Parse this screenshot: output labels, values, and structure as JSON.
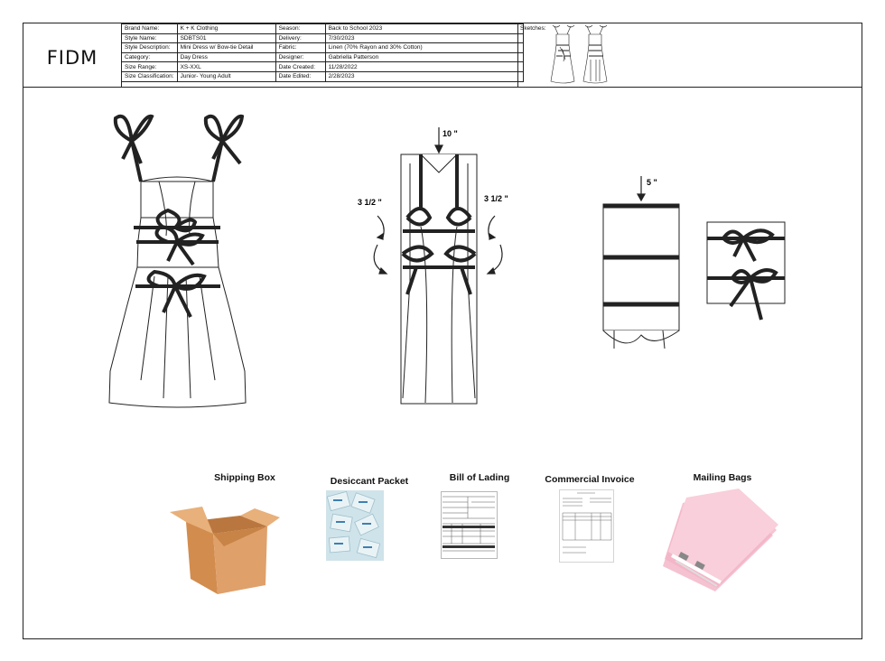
{
  "brand": {
    "logo_text": "FIDM"
  },
  "spec_table": {
    "rows": [
      {
        "label1": "Brand Name:",
        "value1": "K + K Clothing",
        "label2": "Season:",
        "value2": "Back to School 2023"
      },
      {
        "label1": "Style Name:",
        "value1": "SDBTS01",
        "label2": "Delivery:",
        "value2": "7/30/2023"
      },
      {
        "label1": "Style Description:",
        "value1": "Mini Dress w/ Bow-tie Detail",
        "label2": "Fabric:",
        "value2": "Linen (70% Rayon and 30% Cotton)"
      },
      {
        "label1": "Category:",
        "value1": "Day Dress",
        "label2": "Designer:",
        "value2": "Gabriella Patterson"
      },
      {
        "label1": "Size Range:",
        "value1": "XS-XXL",
        "label2": "Date Created:",
        "value2": "11/28/2022"
      },
      {
        "label1": "Size Classification:",
        "value1": "Junior- Young Adult",
        "label2": "Date Edited:",
        "value2": "2/28/2023"
      }
    ]
  },
  "sketches": {
    "label": "Sketches:"
  },
  "measurements": {
    "top": "10 \"",
    "left": "3 1/2 \"",
    "right": "3 1/2 \"",
    "fold": "5 \""
  },
  "packaging": [
    {
      "label": "Shipping Box",
      "icon": "shipping-box-icon"
    },
    {
      "label": "Desiccant Packet",
      "icon": "desiccant-packet-icon"
    },
    {
      "label": "Bill of Lading",
      "icon": "bill-of-lading-icon"
    },
    {
      "label": "Commercial Invoice",
      "icon": "commercial-invoice-icon"
    },
    {
      "label": "Mailing Bags",
      "icon": "mailing-bags-icon"
    }
  ],
  "colors": {
    "box": "#d89a62",
    "bag": "#f4b8c8",
    "desiccant": "#c5dde6"
  }
}
